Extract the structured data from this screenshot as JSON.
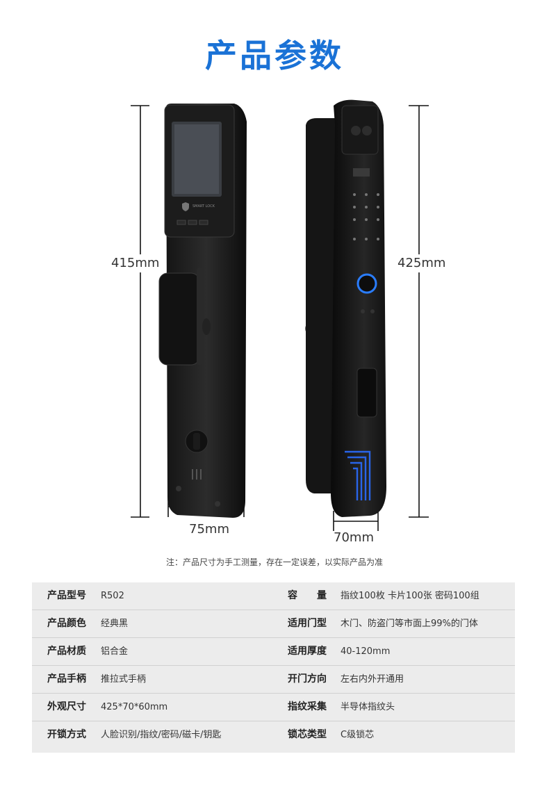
{
  "title": "产品参数",
  "dimensions": {
    "front_height": "415mm",
    "side_height": "425mm",
    "front_width": "75mm",
    "side_depth": "60mm",
    "side_width": "70mm"
  },
  "lock_brand_text": "SMART LOCK",
  "note": "注：产品尺寸为手工测量，存在一定误差，以实际产品为准",
  "specs": [
    {
      "label_left": "产品型号",
      "value_left": "R502",
      "label_right": "容　　量",
      "value_right": "指纹100枚 卡片100张 密码100组"
    },
    {
      "label_left": "产品颜色",
      "value_left": "经典黑",
      "label_right": "适用门型",
      "value_right": "木门、防盗门等市面上99%的门体"
    },
    {
      "label_left": "产品材质",
      "value_left": "铝合金",
      "label_right": "适用厚度",
      "value_right": "40-120mm"
    },
    {
      "label_left": "产品手柄",
      "value_left": "推拉式手柄",
      "label_right": "开门方向",
      "value_right": "左右内外开通用"
    },
    {
      "label_left": "外观尺寸",
      "value_left": "425*70*60mm",
      "label_right": "指纹采集",
      "value_right": "半导体指纹头"
    },
    {
      "label_left": "开锁方式",
      "value_left": "人脸识别/指纹/密码/磁卡/钥匙",
      "label_right": "锁芯类型",
      "value_right": "C级锁芯"
    }
  ]
}
